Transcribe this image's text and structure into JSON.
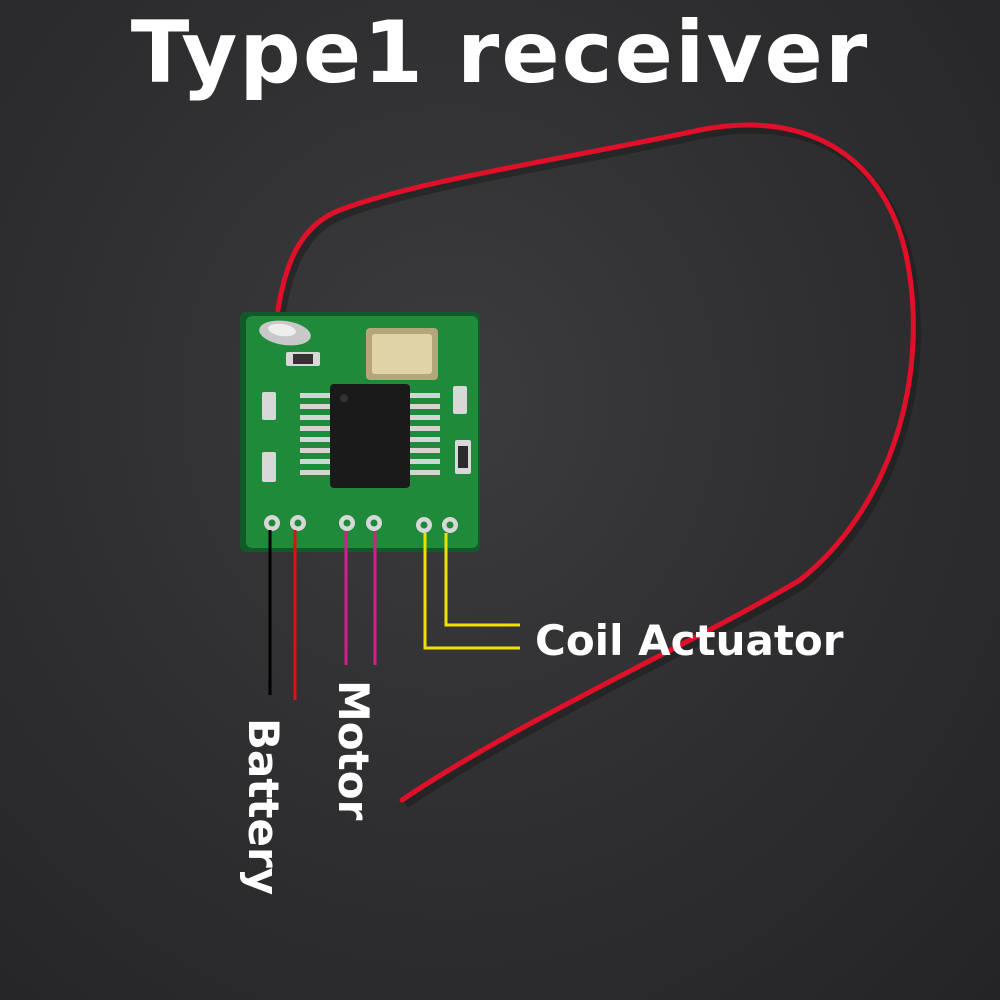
{
  "image": {
    "title": "Type1 receiver",
    "labels": {
      "coil": "Coil Actuator",
      "battery": "Battery",
      "motor": "Motor"
    },
    "colors": {
      "background": "#2e2e30",
      "pcb": "#1f8a3a",
      "antenna_wire": "#e0102a",
      "battery_negative_line": "#000000",
      "battery_positive_line": "#e01010",
      "motor_lines": "#d0208c",
      "coil_lines": "#f0e000",
      "text": "#ffffff"
    }
  }
}
